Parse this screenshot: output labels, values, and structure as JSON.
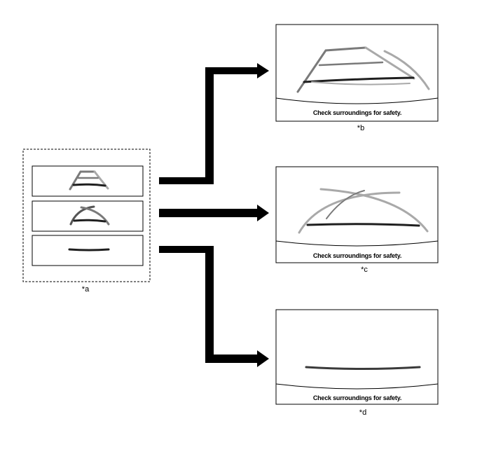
{
  "selector": {
    "label": "*a",
    "options": [
      {
        "id": "guide-lines-with-distance"
      },
      {
        "id": "estimated-course-lines"
      },
      {
        "id": "parking-assist-line-only"
      }
    ]
  },
  "screens": [
    {
      "id": "b",
      "label": "*b",
      "caption": "Check surroundings for safety."
    },
    {
      "id": "c",
      "label": "*c",
      "caption": "Check surroundings for safety."
    },
    {
      "id": "d",
      "label": "*d",
      "caption": "Check surroundings for safety."
    }
  ],
  "colors": {
    "guide_dark": "#555555",
    "guide_mid": "#7a7a7a",
    "guide_light": "#a9a9a9",
    "line_black": "#1f1f1f",
    "arrow": "#000000"
  }
}
